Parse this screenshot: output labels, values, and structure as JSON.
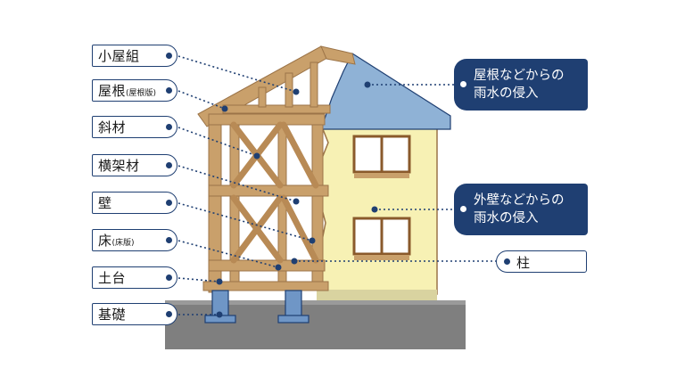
{
  "labels": [
    {
      "id": "koyagumi",
      "text": "小屋組",
      "small": ""
    },
    {
      "id": "yane",
      "text": "屋根",
      "small": "(屋根版)"
    },
    {
      "id": "shazai",
      "text": "斜材",
      "small": ""
    },
    {
      "id": "yokokazai",
      "text": "横架材",
      "small": ""
    },
    {
      "id": "kabe",
      "text": "壁",
      "small": ""
    },
    {
      "id": "yuka",
      "text": "床",
      "small": "(床版)"
    },
    {
      "id": "dodai",
      "text": "土台",
      "small": ""
    },
    {
      "id": "kiso",
      "text": "基礎",
      "small": ""
    }
  ],
  "callouts": [
    {
      "id": "roof-leak",
      "text": "屋根などからの\n雨水の侵入"
    },
    {
      "id": "wall-leak",
      "text": "外壁などからの\n雨水の侵入"
    }
  ],
  "pillar_label": "柱",
  "colors": {
    "navy": "#1f3f72",
    "roof_blue": "#8fb2d6",
    "wall_cream": "#f7f1b4",
    "timber": "#c9a06b",
    "timber_dark": "#9c7448",
    "ground": "#7f7f7f"
  }
}
